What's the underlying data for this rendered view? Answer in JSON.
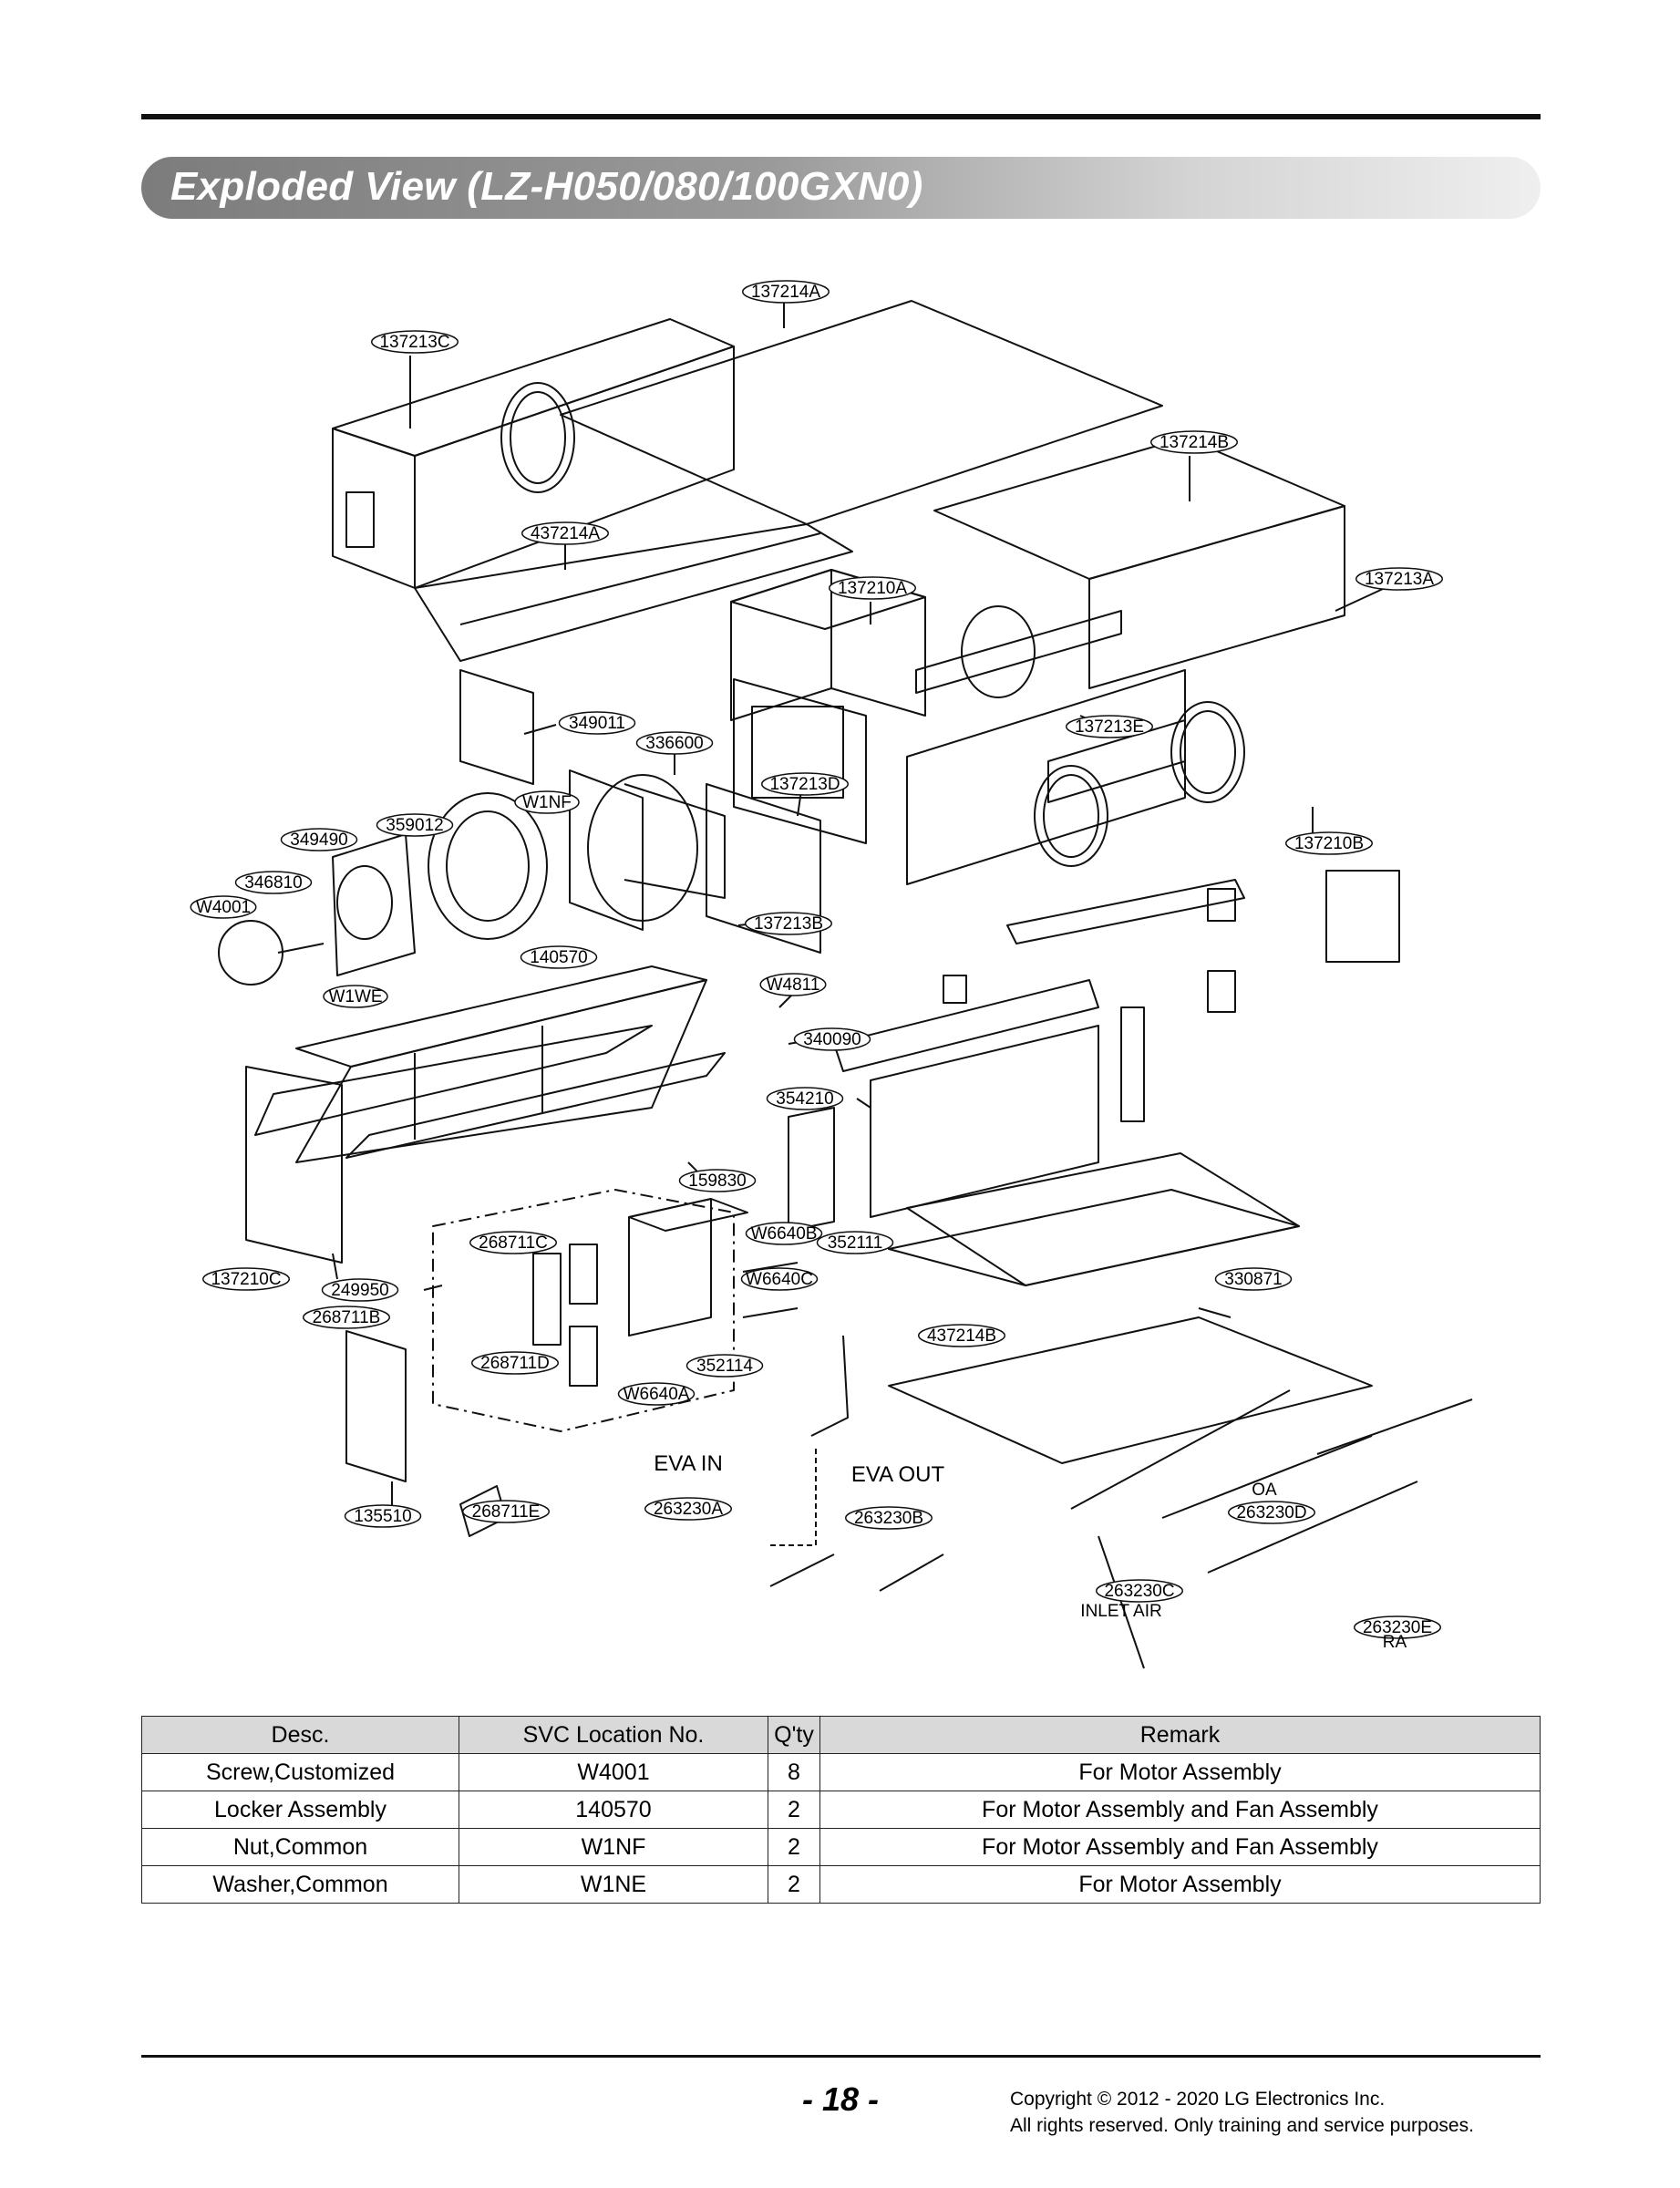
{
  "header": {
    "title": "Exploded View (LZ-H050/080/100GXN0)"
  },
  "diagram": {
    "callouts": [
      "137214A",
      "137213C",
      "137214B",
      "437214A",
      "137210A",
      "137213A",
      "349011",
      "336600",
      "137213E",
      "W1NF",
      "137213D",
      "359012",
      "349490",
      "137210B",
      "346810",
      "W4001",
      "137213B",
      "140570",
      "W4811",
      "W1WE",
      "340090",
      "354210",
      "159830",
      "137210C",
      "268711C",
      "352111",
      "W6640B",
      "249950",
      "W6640C",
      "330871",
      "268711B",
      "437214B",
      "268711D",
      "352114",
      "W6640A",
      "135510",
      "268711E",
      "263230A",
      "263230B",
      "263230D",
      "263230C",
      "263230E"
    ],
    "text_labels": [
      "EVA IN",
      "EVA OUT",
      "OA",
      "INLET AIR",
      "RA"
    ]
  },
  "table": {
    "headers": [
      "Desc.",
      "SVC Location No.",
      "Q'ty",
      "Remark"
    ],
    "rows": [
      [
        "Screw,Customized",
        "W4001",
        "8",
        "For Motor Assembly"
      ],
      [
        "Locker Assembly",
        "140570",
        "2",
        "For Motor Assembly and Fan Assembly"
      ],
      [
        "Nut,Common",
        "W1NF",
        "2",
        "For Motor Assembly and Fan Assembly"
      ],
      [
        "Washer,Common",
        "W1NE",
        "2",
        "For Motor Assembly"
      ]
    ]
  },
  "footer": {
    "page_number": "- 18 -",
    "copyright_line1": "Copyright © 2012 - 2020 LG Electronics Inc.",
    "copyright_line2": "All rights reserved. Only training and service purposes."
  }
}
